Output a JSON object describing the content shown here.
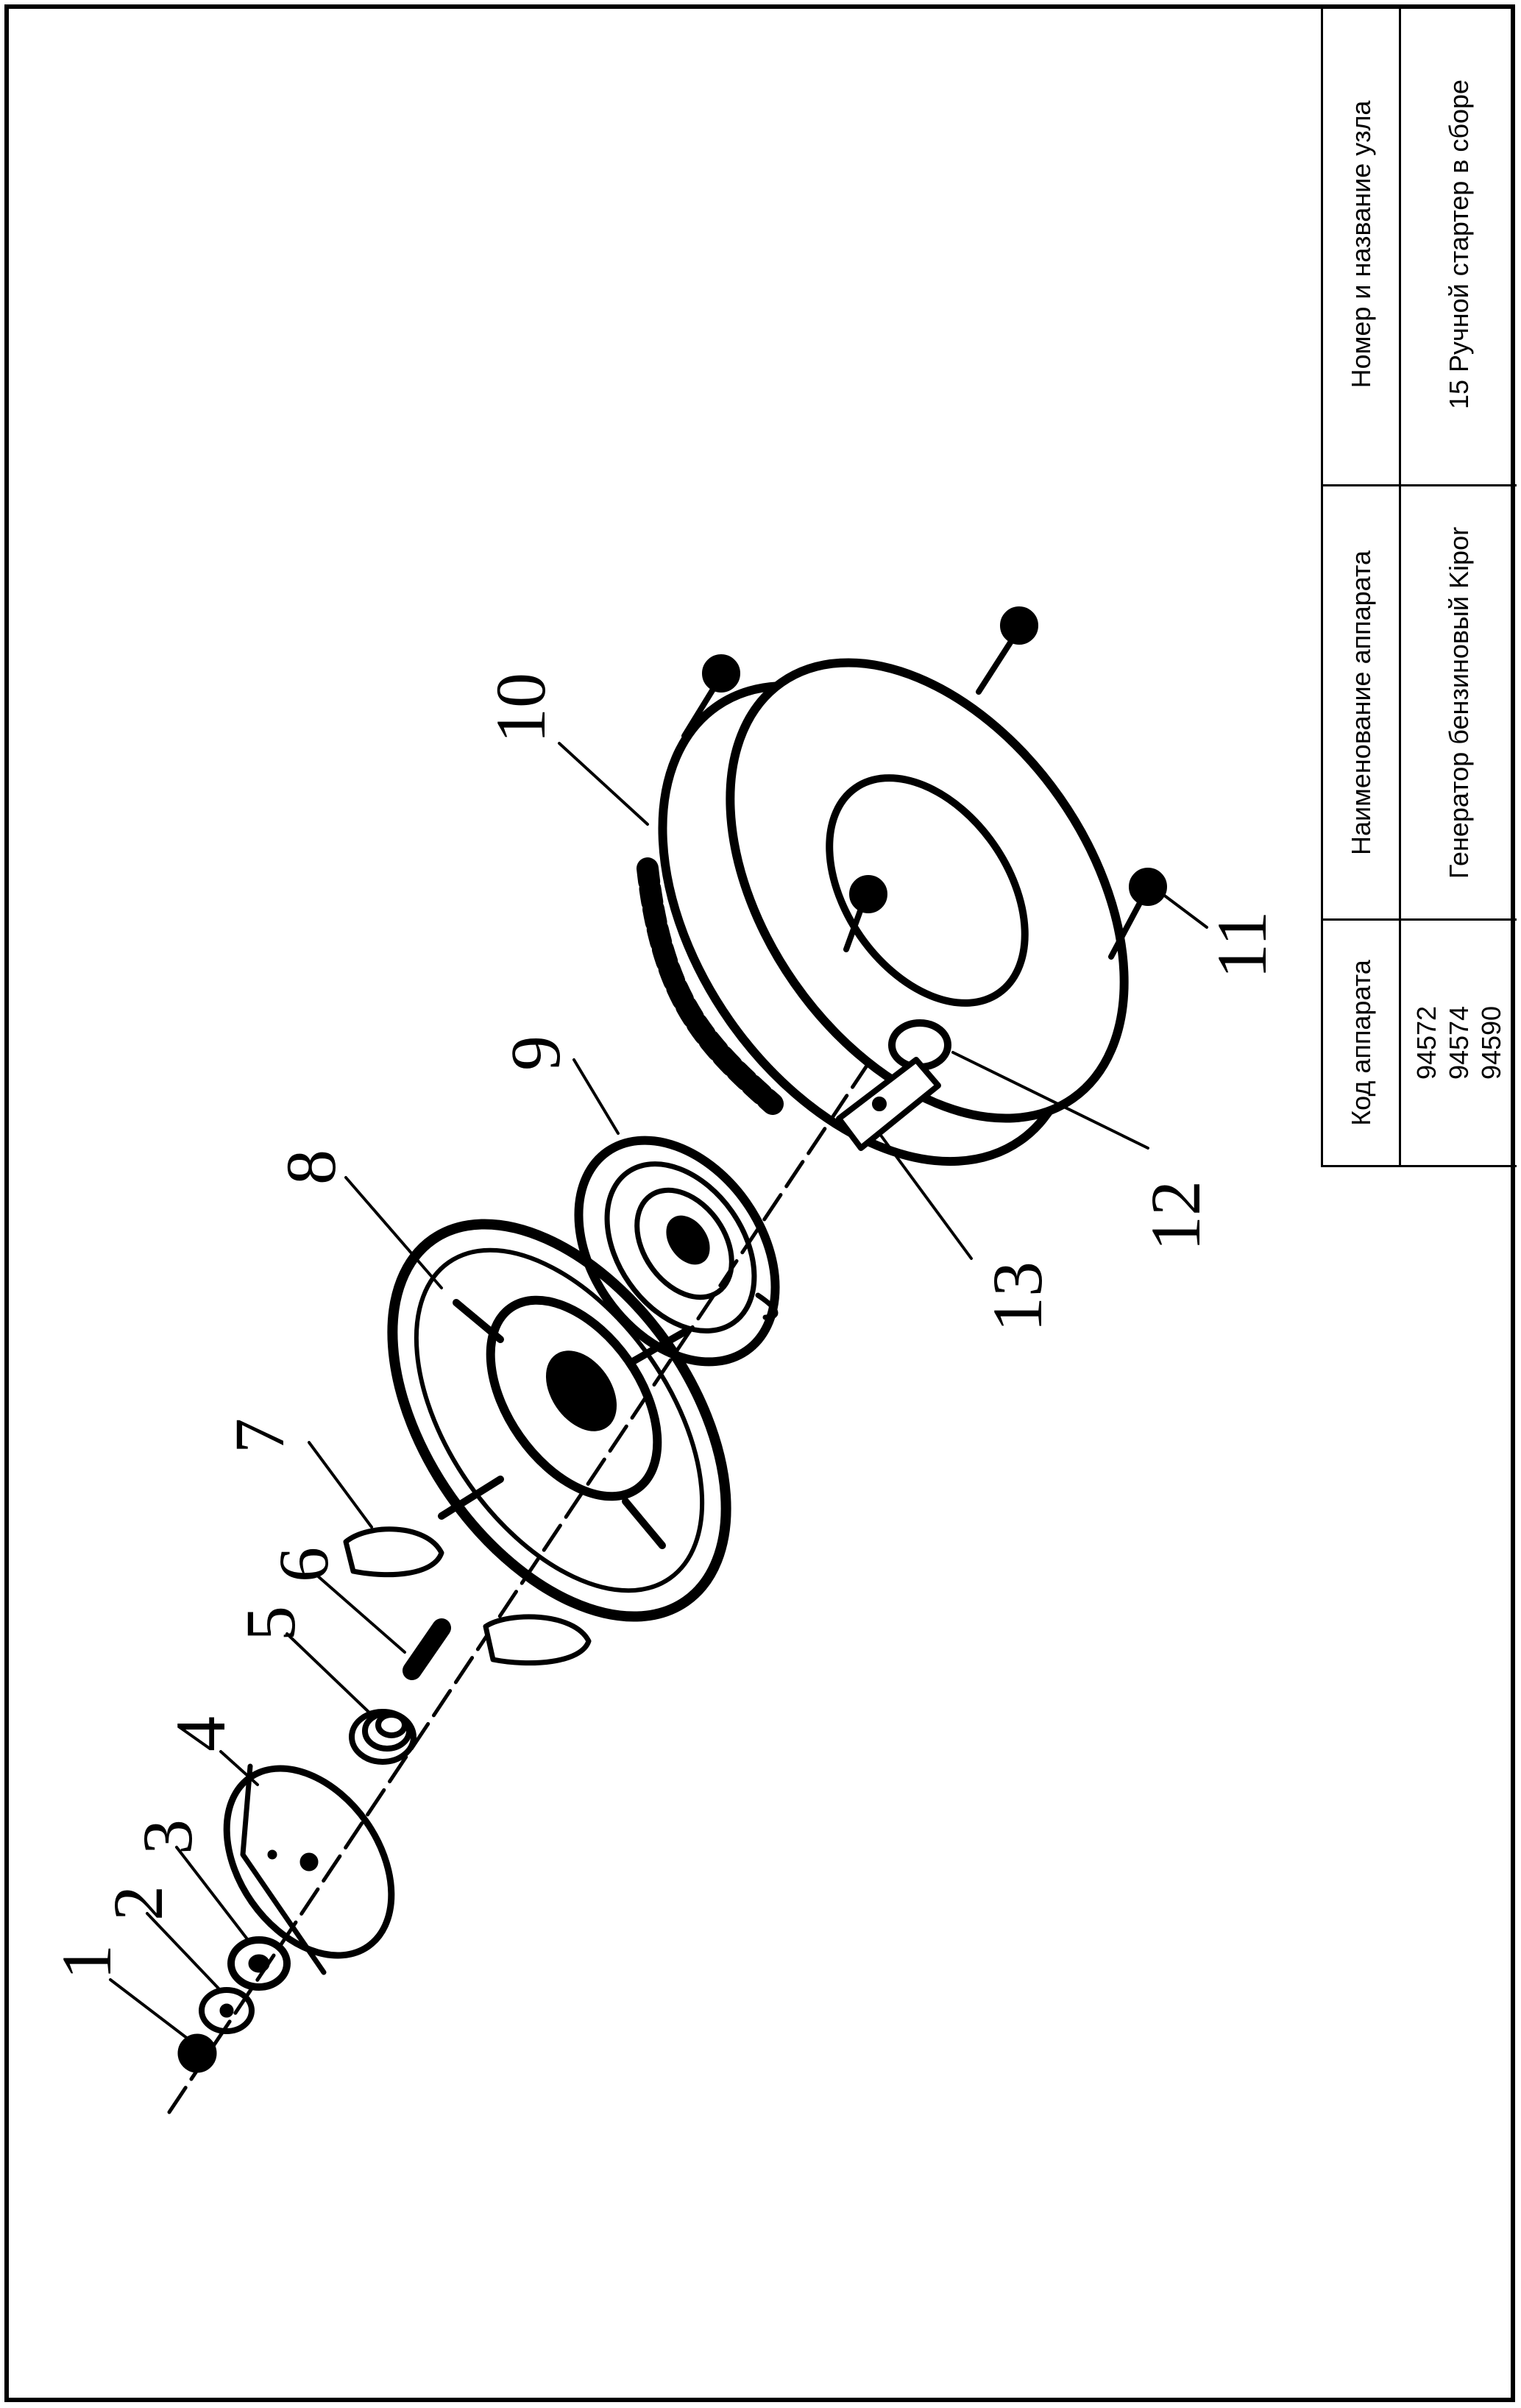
{
  "title_block": {
    "headers": {
      "code": "Код аппарата",
      "device_name": "Наименование аппарата",
      "assembly": "Номер и название узла"
    },
    "values": {
      "codes": [
        "94572",
        "94574",
        "94590"
      ],
      "device_name": "Генератор бензиновый Kipor",
      "assembly": "15 Ручной стартер в сборе"
    }
  },
  "callouts": [
    "1",
    "2",
    "3",
    "4",
    "5",
    "6",
    "7",
    "8",
    "9",
    "10",
    "11",
    "12",
    "13"
  ]
}
